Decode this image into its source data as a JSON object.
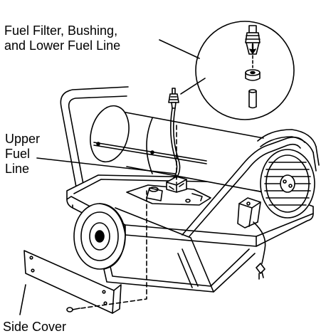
{
  "callouts": {
    "fuel_filter": [
      "Fuel Filter, Bushing,",
      "and Lower Fuel Line"
    ],
    "upper_fuel_line": [
      "Upper",
      "Fuel",
      "Line"
    ],
    "side_cover": "Side Cover"
  },
  "colors": {
    "ink": "#000000",
    "paper": "#ffffff"
  }
}
